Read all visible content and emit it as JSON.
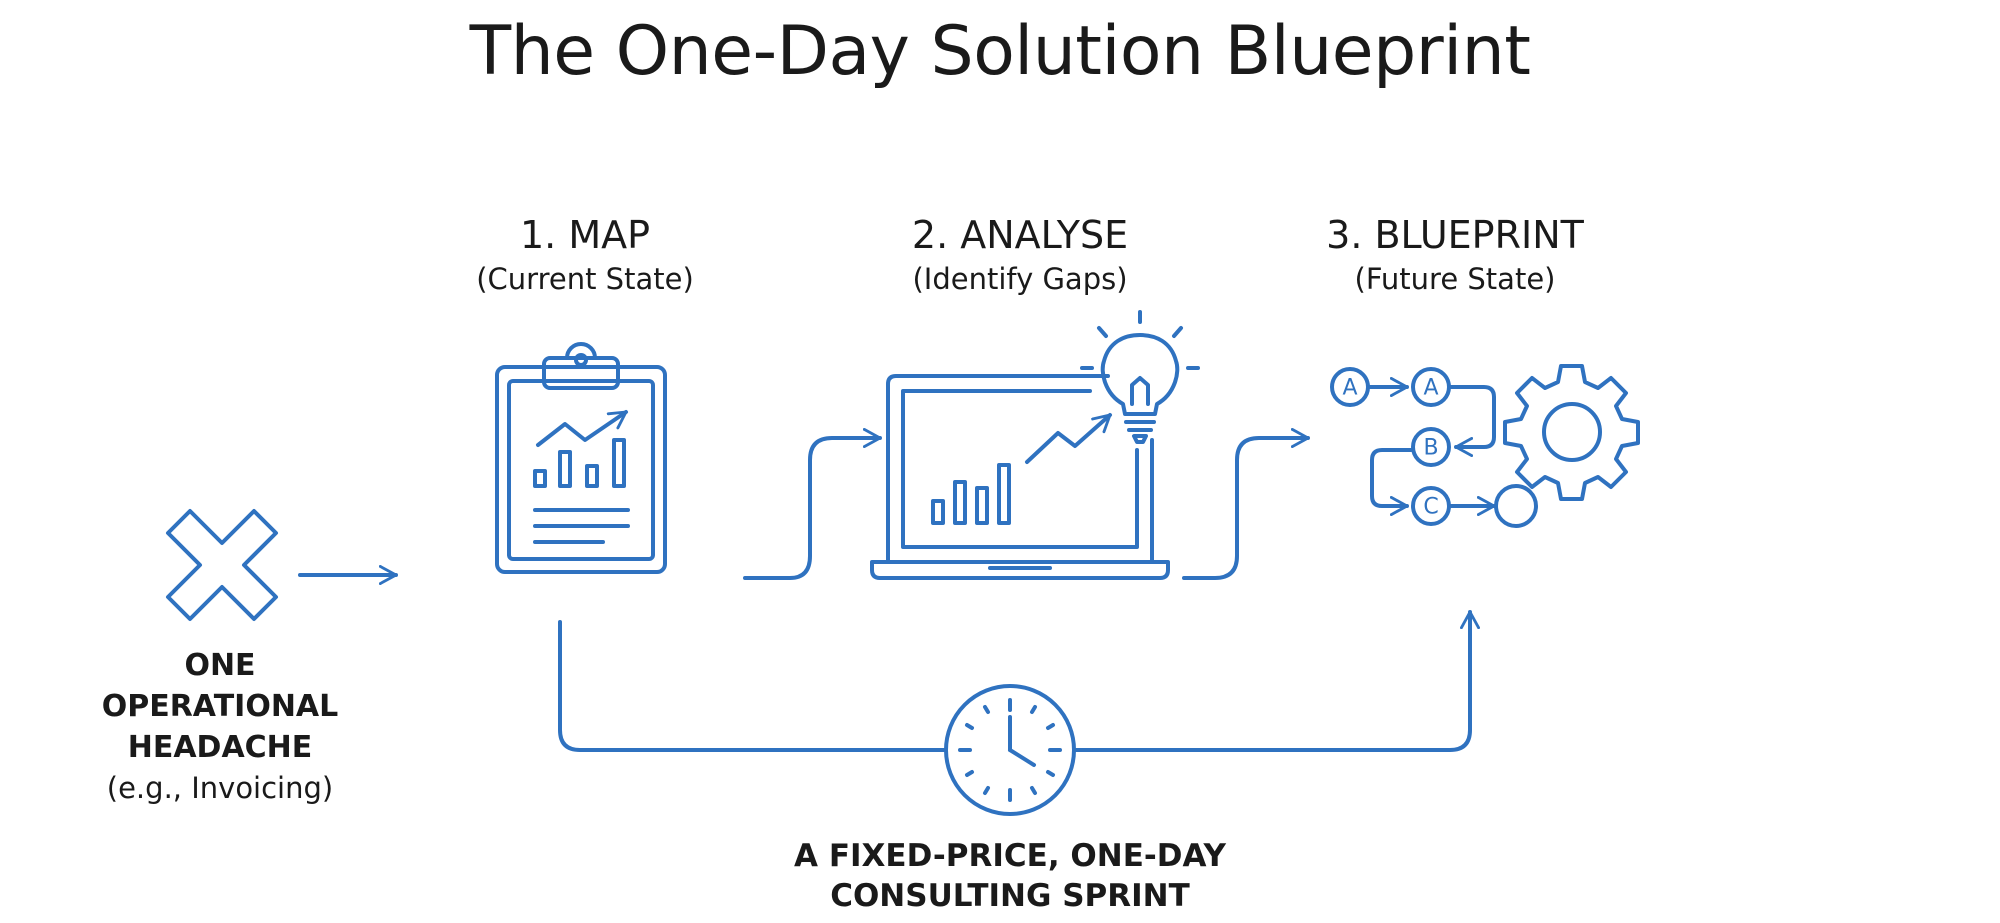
{
  "title": "The One-Day Solution Blueprint",
  "steps": [
    {
      "number_label": "1. MAP",
      "subtitle": "(Current State)"
    },
    {
      "number_label": "2. ANALYSE",
      "subtitle": "(Identify Gaps)"
    },
    {
      "number_label": "3. BLUEPRINT",
      "subtitle": "(Future State)"
    }
  ],
  "start": {
    "lines": [
      "ONE",
      "OPERATIONAL",
      "HEADACHE"
    ],
    "example": "(e.g., Invoicing)"
  },
  "sprint": {
    "lines": [
      "A FIXED-PRICE, ONE-DAY",
      "CONSULTING SPRINT"
    ]
  },
  "flow_nodes": [
    "A",
    "A",
    "B",
    "C"
  ],
  "icons": {
    "start": "x-mark-icon",
    "map": "clipboard-chart-icon",
    "analyse": "laptop-chart-lightbulb-icon",
    "blueprint": "process-flow-gear-icon",
    "sprint": "clock-icon"
  },
  "colors": {
    "accent": "#2f72c0",
    "text": "#1a1a1a"
  }
}
